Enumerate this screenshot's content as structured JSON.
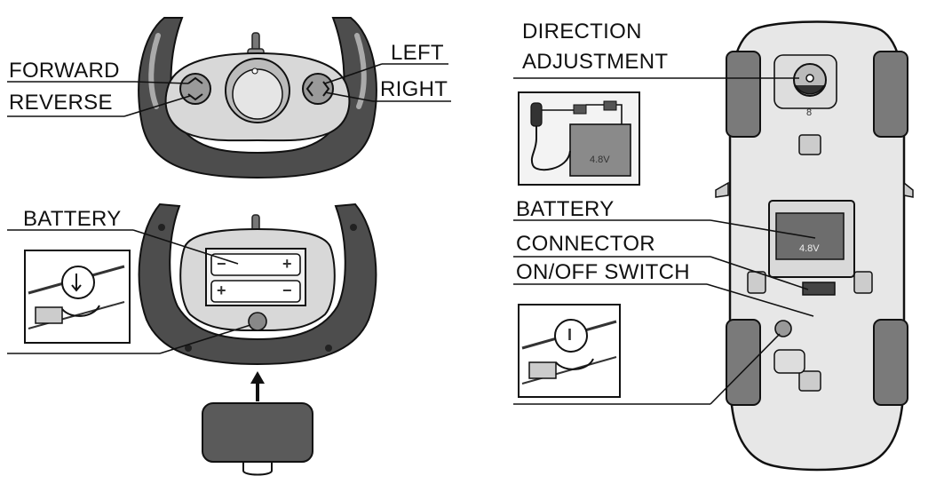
{
  "labels": {
    "forward": "FORWARD",
    "reverse": "REVERSE",
    "left": "LEFT",
    "right": "RIGHT",
    "battery_controller": "BATTERY",
    "direction_adjustment_line1": "DIRECTION",
    "direction_adjustment_line2": "ADJUSTMENT",
    "battery_car": "BATTERY",
    "connector": "CONNECTOR",
    "on_off_switch": "ON/OFF SWITCH"
  },
  "markings": {
    "charger_voltage": "4.8V",
    "car_battery_voltage": "4.8V",
    "plus": "+",
    "minus": "−",
    "switch_glyph": "I",
    "adjust_mark": "8"
  },
  "colors": {
    "ink": "#111111",
    "body_gray": "#d6d6d6",
    "dark_gray": "#4a4a4a",
    "mid_gray": "#8c8c8c",
    "light_fill": "#ececec"
  }
}
